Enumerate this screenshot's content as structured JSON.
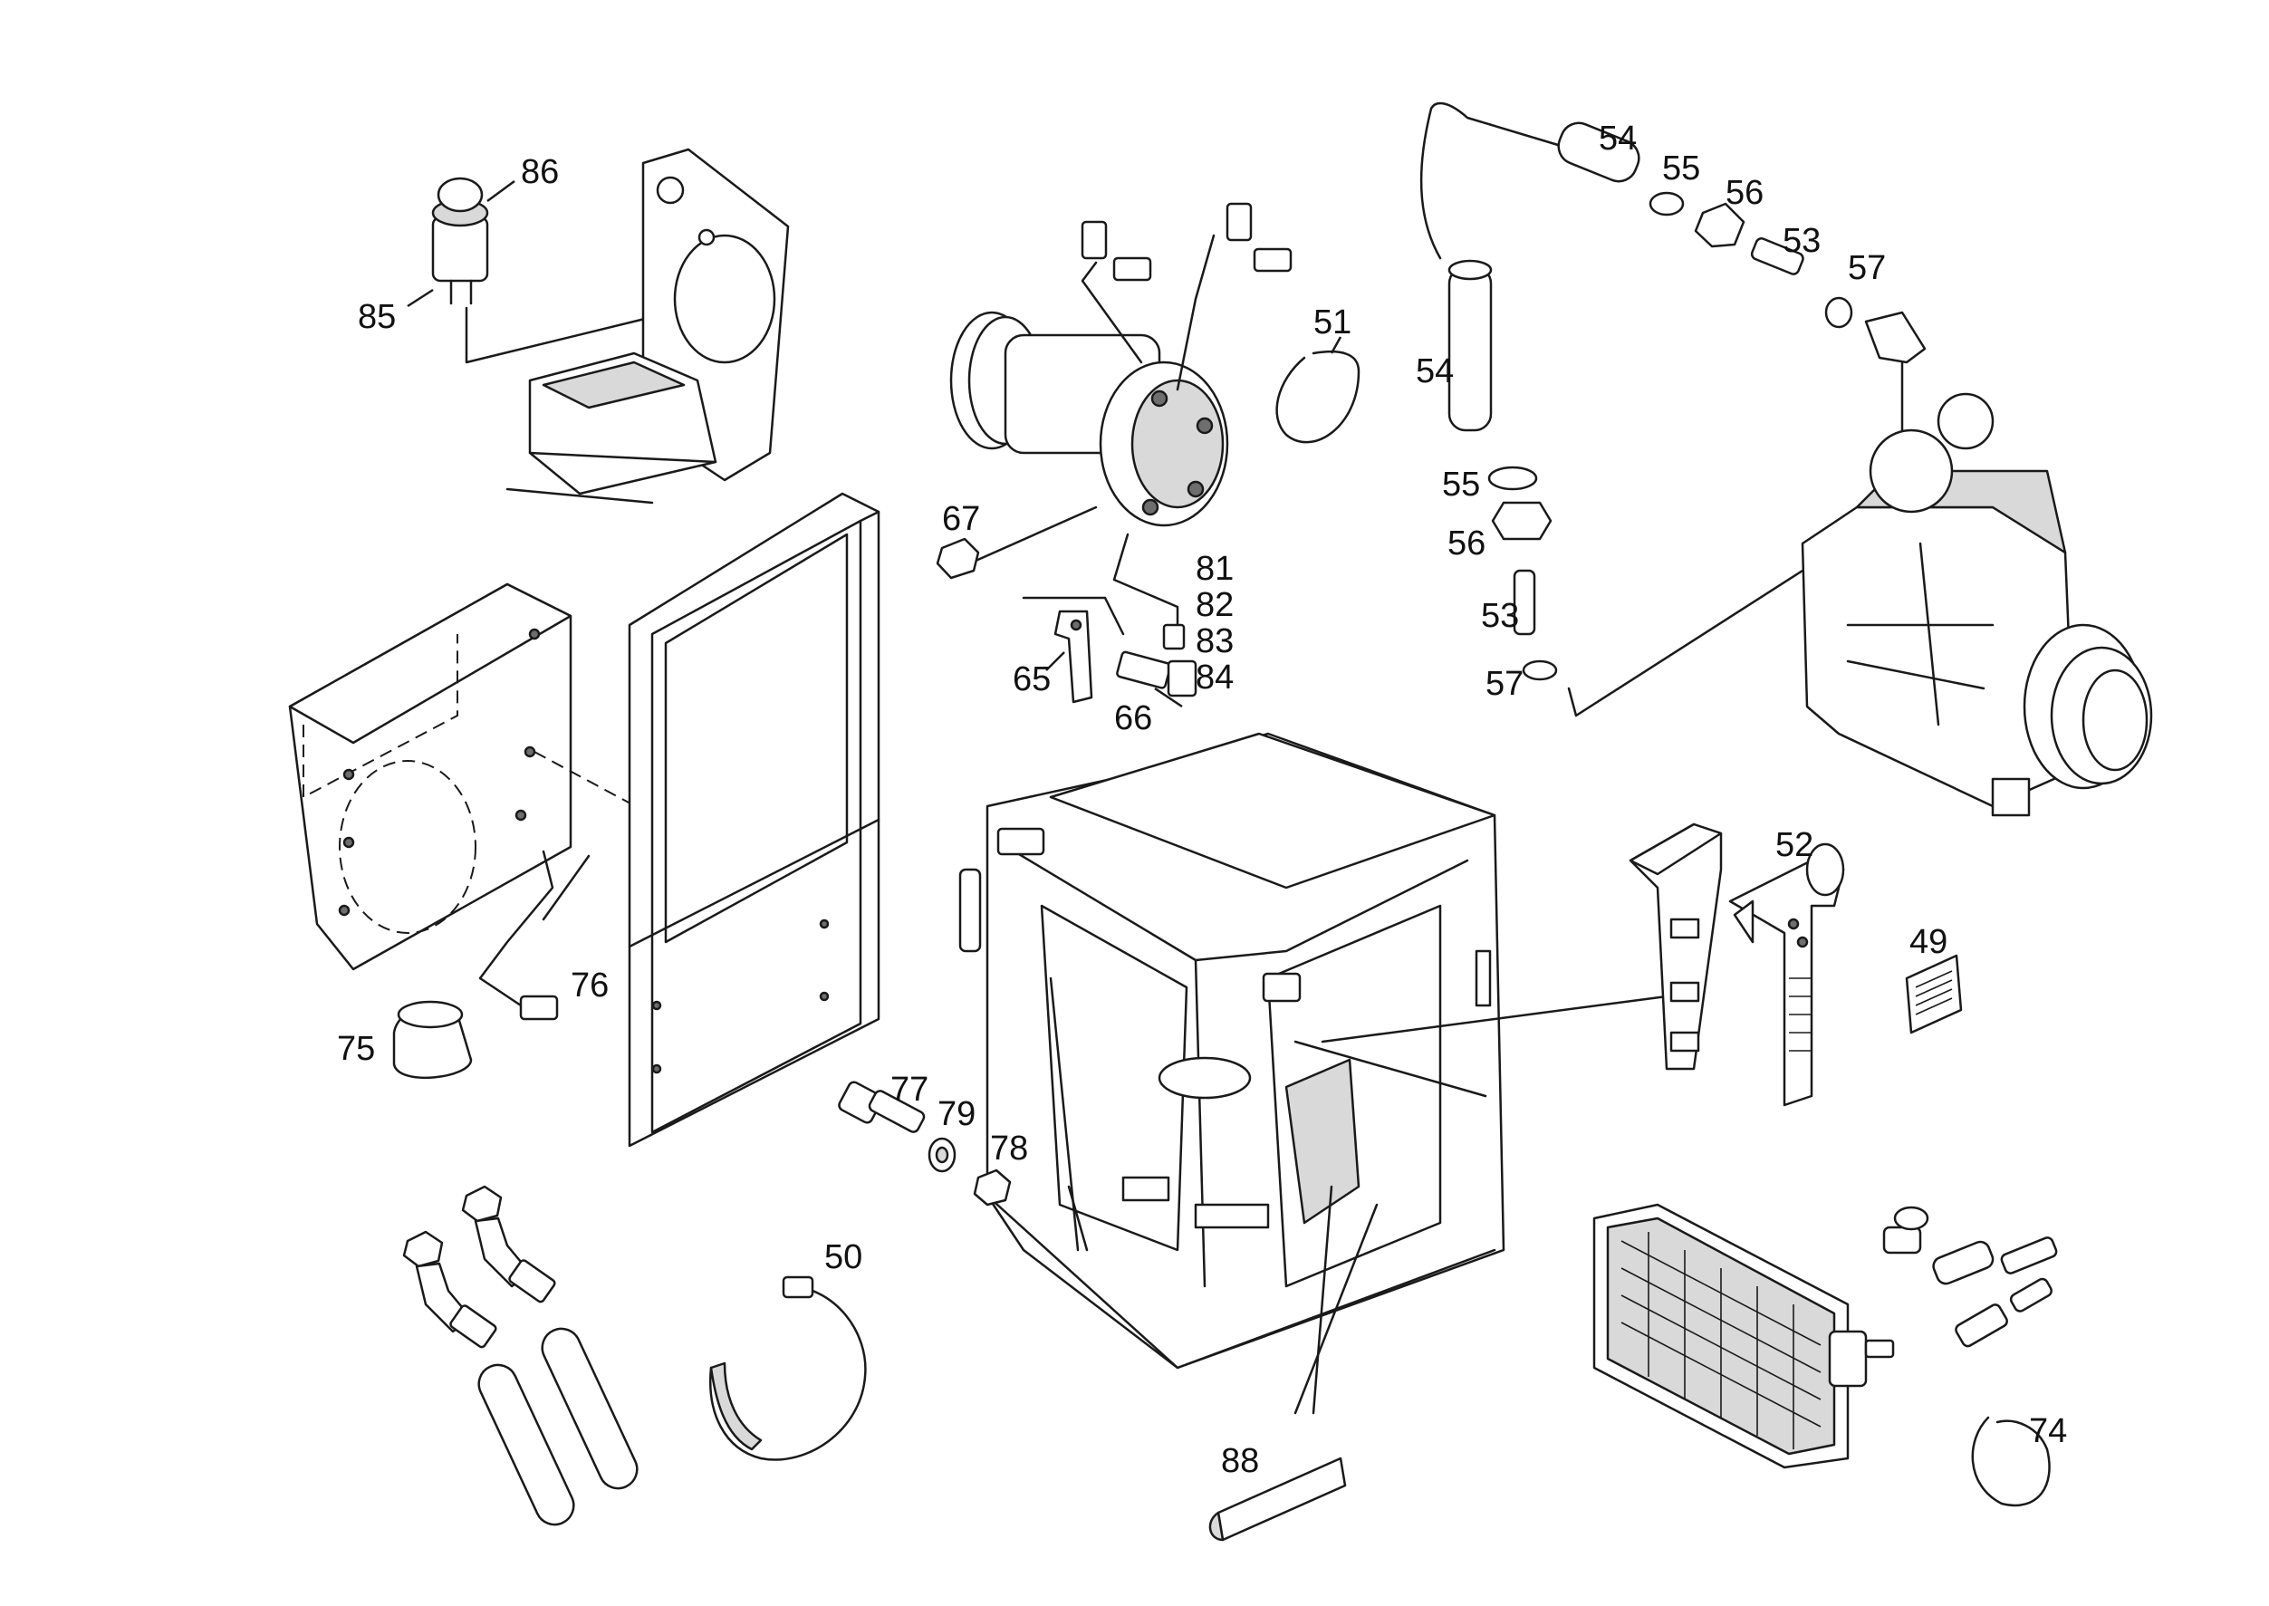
{
  "callouts": {
    "c86": "86",
    "c85": "85",
    "c51": "51",
    "c67": "67",
    "c81": "81",
    "c82": "82",
    "c83": "83",
    "c84": "84",
    "c65": "65",
    "c66": "66",
    "c54a": "54",
    "c55a": "55",
    "c56a": "56",
    "c53a": "53",
    "c57a": "57",
    "c54b": "54",
    "c55b": "55",
    "c56b": "56",
    "c53b": "53",
    "c57b": "57",
    "c76": "76",
    "c75": "75",
    "c77": "77",
    "c79": "79",
    "c78": "78",
    "c52": "52",
    "c49": "49",
    "c50": "50",
    "c88": "88",
    "c74": "74"
  }
}
